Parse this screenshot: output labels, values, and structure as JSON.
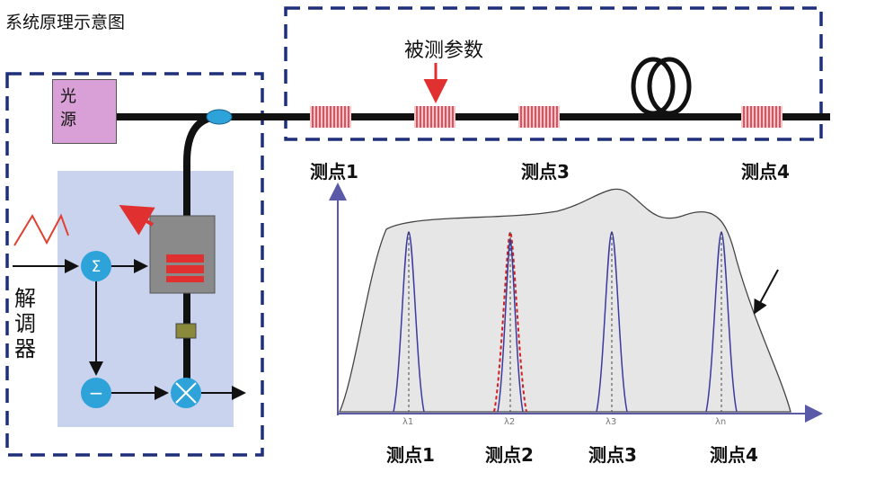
{
  "title": "系统原理示意图",
  "param_label": "被测参数",
  "light_source": "光源",
  "light_source_line2": "源",
  "light_source_line1": "光",
  "demodulator": "解调器",
  "demod_chars": [
    "解",
    "调",
    "器"
  ],
  "top_points": [
    "测点1",
    "测点3",
    "测点4"
  ],
  "bottom_points": [
    "测点1",
    "测点2",
    "测点3",
    "测点4"
  ],
  "lambda_labels": [
    "λ1",
    "λ2",
    "λ3",
    "λn"
  ],
  "sum_symbol": "Σ",
  "minus_symbol": "−",
  "colors": {
    "dash_box": "#1f2f7a",
    "grating": "#e0505a",
    "panel": "#c9d3ee",
    "node": "#2ea3d9",
    "peak_blue": "#3a3aa0",
    "peak_red": "#d02020",
    "spectrum_fill": "#e6e6e6",
    "axis": "#5a5aa8"
  }
}
